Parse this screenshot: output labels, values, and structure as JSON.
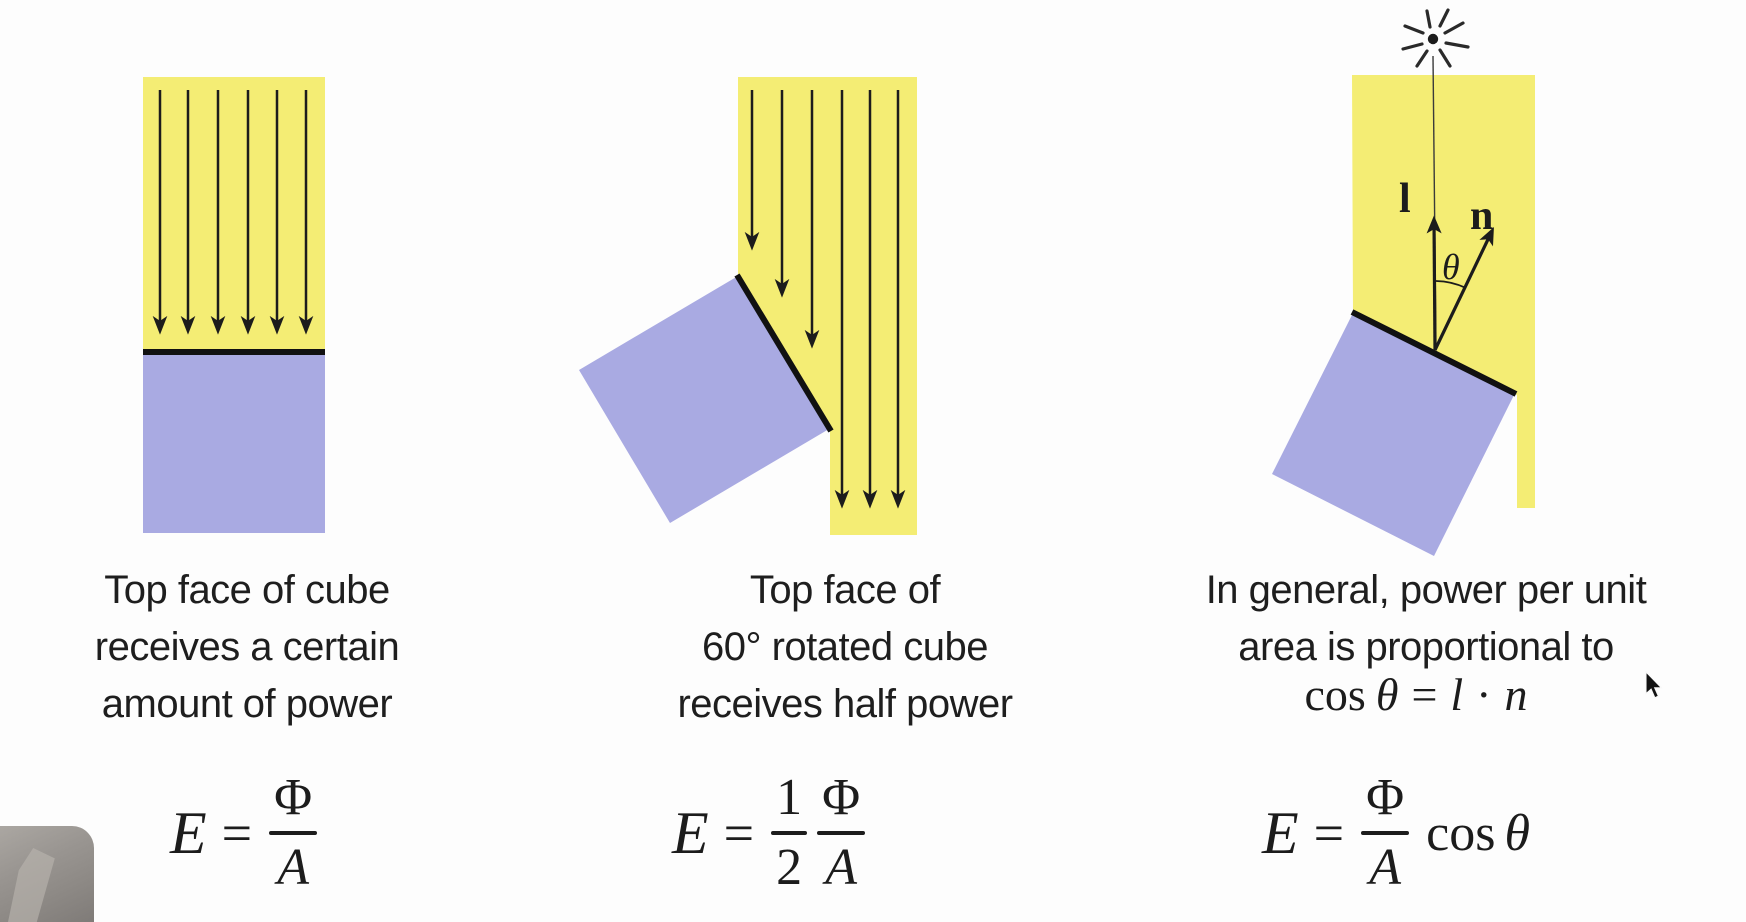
{
  "slide": {
    "colors": {
      "beam": "#F4ED74",
      "cube": "#A9AAE2",
      "ink": "#1c1c1c"
    },
    "icons": {
      "light_source": "sunburst-icon",
      "cursor": "mouse-pointer-icon"
    },
    "panels": [
      {
        "caption": [
          "Top face of cube",
          "receives a certain",
          "amount of power"
        ],
        "formula": {
          "E": "E",
          "eq": "=",
          "phi": "Φ",
          "A": "A"
        }
      },
      {
        "caption": [
          "Top face of",
          "60° rotated cube",
          "receives half power"
        ],
        "formula": {
          "E": "E",
          "eq": "=",
          "one": "1",
          "two": "2",
          "phi": "Φ",
          "A": "A"
        }
      },
      {
        "caption": [
          "In general, power per unit",
          "area is proportional to"
        ],
        "caption_math": {
          "cos": "cos",
          "theta": "θ",
          "eq": "=",
          "l": "l",
          "dot": "·",
          "n": "n"
        },
        "formula": {
          "E": "E",
          "eq": "=",
          "phi": "Φ",
          "A": "A",
          "cos": "cos",
          "theta": "θ"
        },
        "diagram_labels": {
          "l": "l",
          "n": "n",
          "theta": "θ"
        }
      }
    ]
  }
}
